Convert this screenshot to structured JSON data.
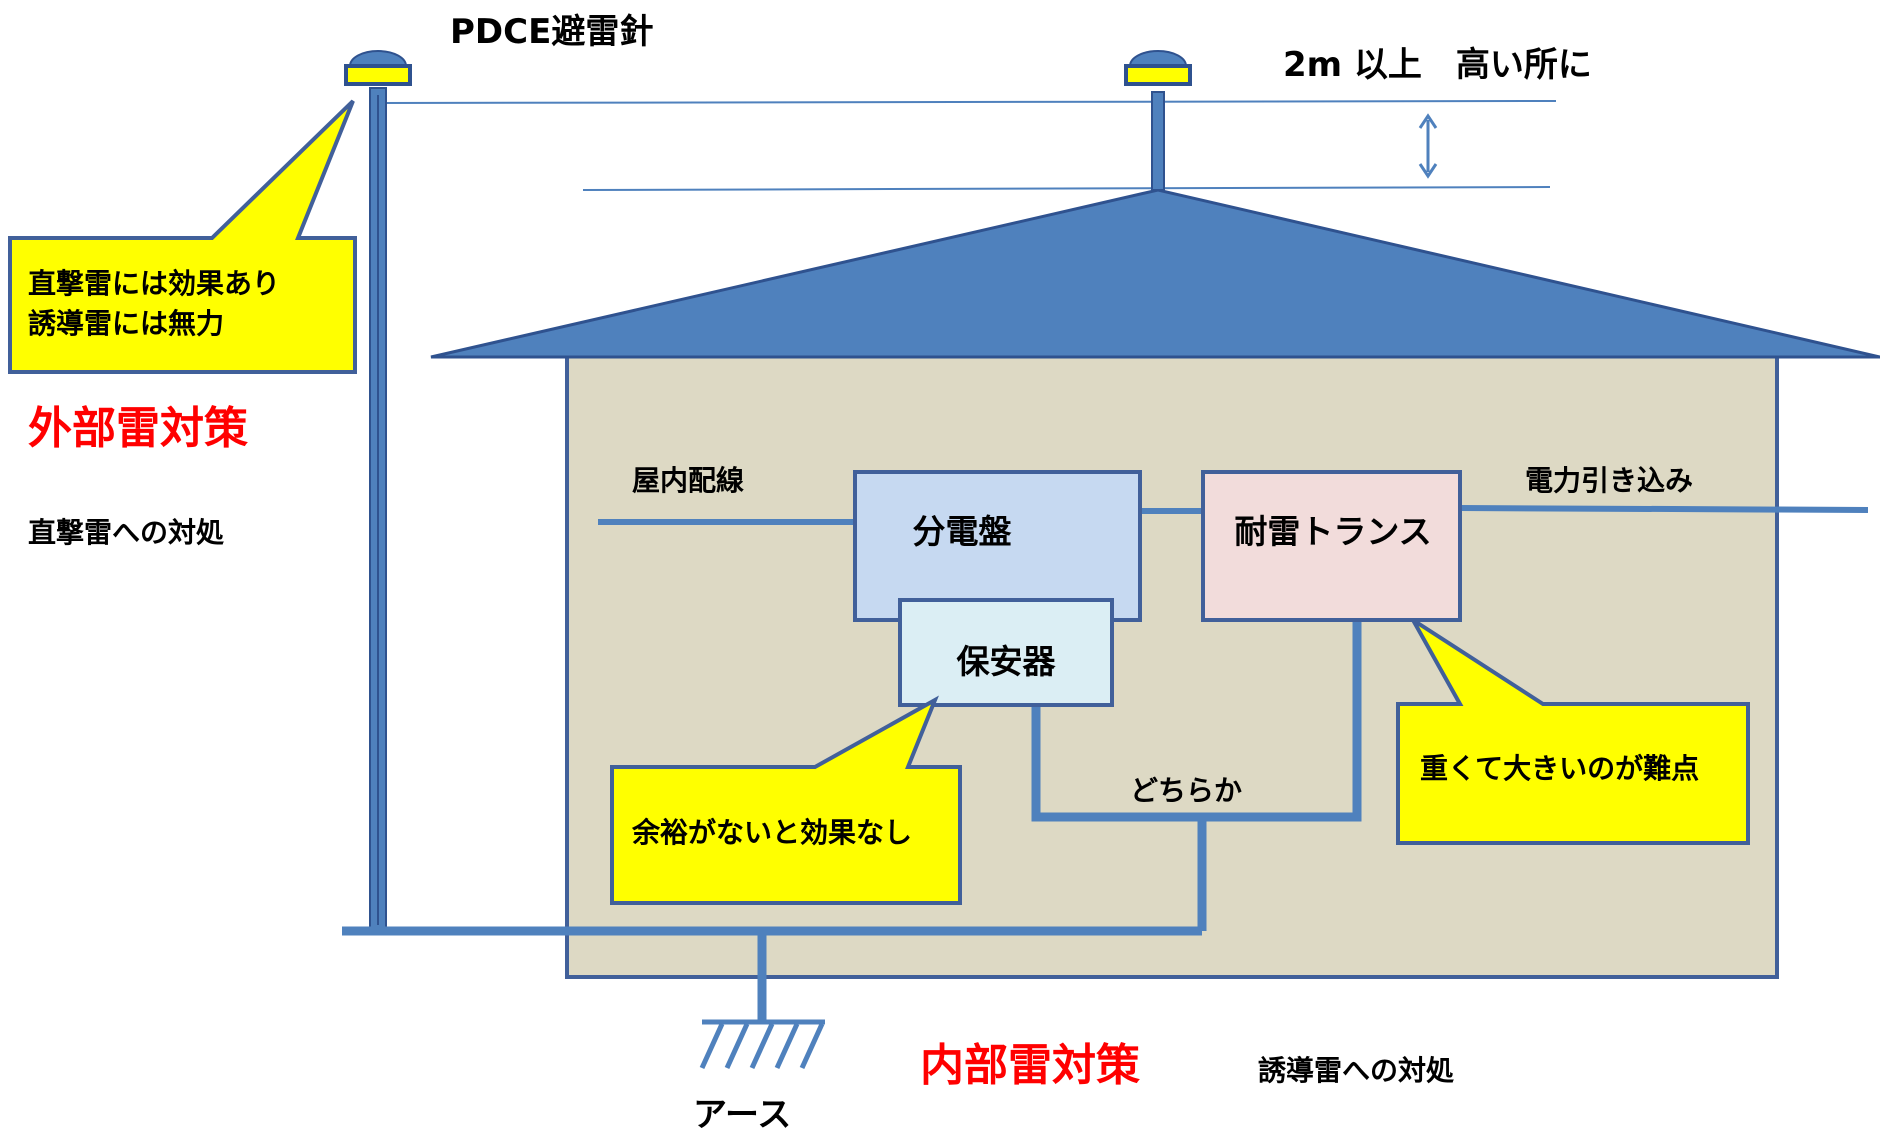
{
  "title": "PDCE避雷針",
  "height_note": "2m 以上　高い所に",
  "callout_rod": {
    "line1": "直撃雷には効果あり",
    "line2": "誘導雷には無力"
  },
  "external": {
    "heading": "外部雷対策",
    "note": "直撃雷への対処"
  },
  "internal": {
    "heading": "内部雷対策",
    "note": "誘導雷への対処"
  },
  "indoor_wiring": "屋内配線",
  "power_inlet": "電力引き込み",
  "distribution_board": "分電盤",
  "transformer": "耐雷トランス",
  "protector": "保安器",
  "either": "どちらか",
  "callout_protector": "余裕がないと効果なし",
  "callout_transformer": "重くて大きいのが難点",
  "earth": "アース",
  "colors": {
    "wire": "#4f81bd",
    "roof": "#4f81bd",
    "roof_edge": "#2f528f",
    "house_fill": "#ddd9c4",
    "house_edge": "#41609a",
    "callout_fill": "#ffff00",
    "board_fill": "#c6d9f1",
    "protector_fill": "#dbeef4",
    "transformer_fill": "#f2dcdb",
    "heading_red": "#ff0000"
  }
}
